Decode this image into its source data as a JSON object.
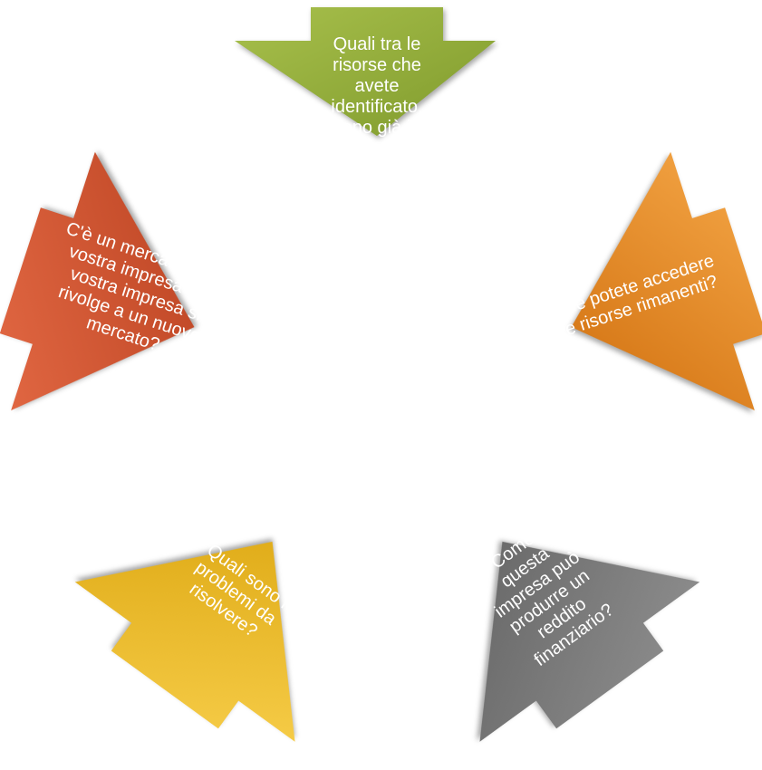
{
  "arrows": [
    {
      "id": "top",
      "text": "Quali tra le\nrisorse che\navete\nidentificato,\nsono già in\nvostro\npossesso?",
      "color_light": "#a8c04c",
      "color_dark": "#7f9a2c"
    },
    {
      "id": "right",
      "text": "Come potete accedere\nalle risorse rimanenti?",
      "color_light": "#f3a444",
      "color_dark": "#cf6d0c"
    },
    {
      "id": "bottom-right",
      "text": "Come\nquesta\nimpresa può\nprodurre un\nreddito\nfinanziario?",
      "color_light": "#8f8f8f",
      "color_dark": "#5f5f5f"
    },
    {
      "id": "bottom-left",
      "text": "Quali sono i\nproblemi da\nrisolvere?",
      "color_light": "#f8cf4c",
      "color_dark": "#d9a20a"
    },
    {
      "id": "left",
      "text": "C'è un mercato per la\nvostra impresa o la\nvostra impresa si\nrivolge a un nuovo\nmercato?",
      "color_light": "#e46a45",
      "color_dark": "#b8401f"
    }
  ]
}
